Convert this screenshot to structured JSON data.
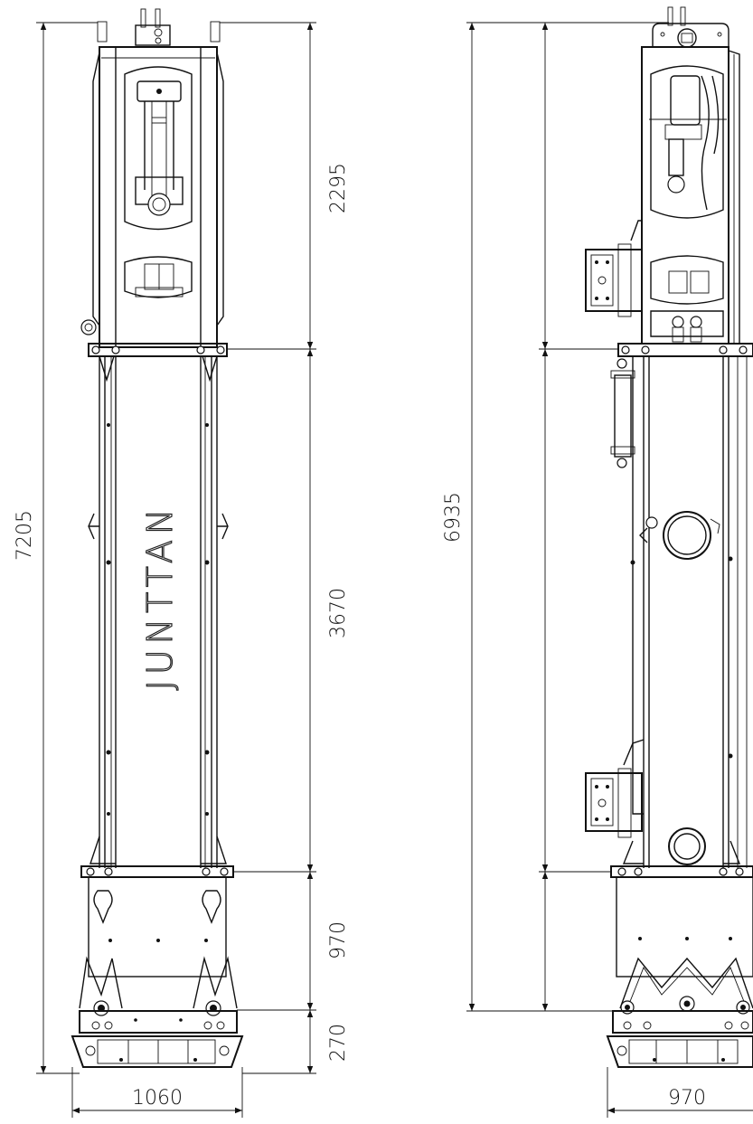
{
  "brand": "JUNTTAN",
  "left_view": {
    "overall_height": "7205",
    "segments": [
      "2295",
      "3670",
      "970",
      "270"
    ],
    "base_width": "1060"
  },
  "right_view": {
    "overall_height": "6935",
    "base_width": "970"
  }
}
